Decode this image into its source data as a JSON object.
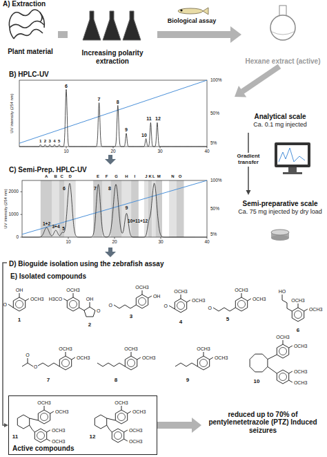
{
  "diagram": {
    "nodes": [
      {
        "text": [
          "Plant material"
        ]
      },
      {
        "text": [
          "Increasing polarity extraction"
        ]
      },
      {
        "text": [
          "Hexane extract (active)"
        ]
      },
      {
        "text": [
          "B) HPLC-UV"
        ]
      },
      {
        "text": [
          "C) Semi-Prep. HPLC-UV"
        ]
      },
      {
        "text": [
          "Analytical scale",
          "Ca. 0.1 mg injected"
        ]
      },
      {
        "text": [
          "Semi-preparative scale",
          "Ca. 75 mg injected by dry load"
        ]
      },
      {
        "text": [
          "D) Bioguide isolation using the zebrafish assay"
        ]
      },
      {
        "text": [
          "E) Isolated compounds"
        ]
      },
      {
        "text": [
          "Active compounds"
        ]
      },
      {
        "text": [
          "reduced up to 70% of pentylenetetrazole (PTZ) Induced seizures"
        ]
      }
    ],
    "edges": [
      {
        "from": 0,
        "to": 1,
        "arrow": "none"
      },
      {
        "from": 1,
        "to": 2,
        "arrow": "to"
      },
      {
        "from": 2,
        "to": 3,
        "arrow": "to"
      },
      {
        "from": 3,
        "to": 4,
        "arrow": "to"
      },
      {
        "from": 4,
        "to": 7,
        "arrow": "to"
      },
      {
        "from": 5,
        "to": 6,
        "label": "Gradient transfer",
        "arrow": "to"
      },
      {
        "from": 7,
        "to": 9,
        "arrow": "to"
      },
      {
        "from": 9,
        "to": 10,
        "arrow": "to"
      }
    ],
    "labels": [
      "A) Extraction",
      "Biological assay",
      "UV intensity (254 nm)",
      "100%",
      "50%",
      "5%",
      "10",
      "20",
      "30",
      "40",
      "1",
      "2",
      "3",
      "4",
      "5",
      "6",
      "7",
      "8",
      "9",
      "10",
      "11",
      "12",
      "UV intensity (254 nm)",
      "2000",
      "1000",
      "0",
      "100%",
      "50%",
      "5%",
      "10",
      "20",
      "30",
      "40",
      "A",
      "B",
      "C",
      "D",
      "E",
      "F",
      "G",
      "H",
      "I",
      "J",
      "K",
      "L",
      "M",
      "N",
      "O",
      "1+2",
      "3+4",
      "5",
      "6",
      "7",
      "8",
      "9",
      "10+11+12",
      "1",
      "2",
      "3",
      "4",
      "5",
      "6",
      "7",
      "8",
      "9",
      "10",
      "11",
      "12",
      "OH",
      "OCH3",
      "O",
      "OCH3",
      "H3CO",
      "O",
      "OH",
      "OCH3",
      "OH",
      "O",
      "OCH3",
      "OCH3",
      "O",
      "OCH3",
      "OCH3",
      "O",
      "OCH3",
      "OCH3",
      "HO",
      "OCH3",
      "OCH3",
      "O",
      "O",
      "OCH3",
      "OCH3",
      "OCH3",
      "OCH3",
      "OCH3",
      "OCH3",
      "OCH3",
      "OCH3",
      "OCH3",
      "OCH3",
      "OCH3",
      "OCH3",
      "OCH3",
      "OCH3",
      "OCH3",
      "OCH3"
    ]
  }
}
